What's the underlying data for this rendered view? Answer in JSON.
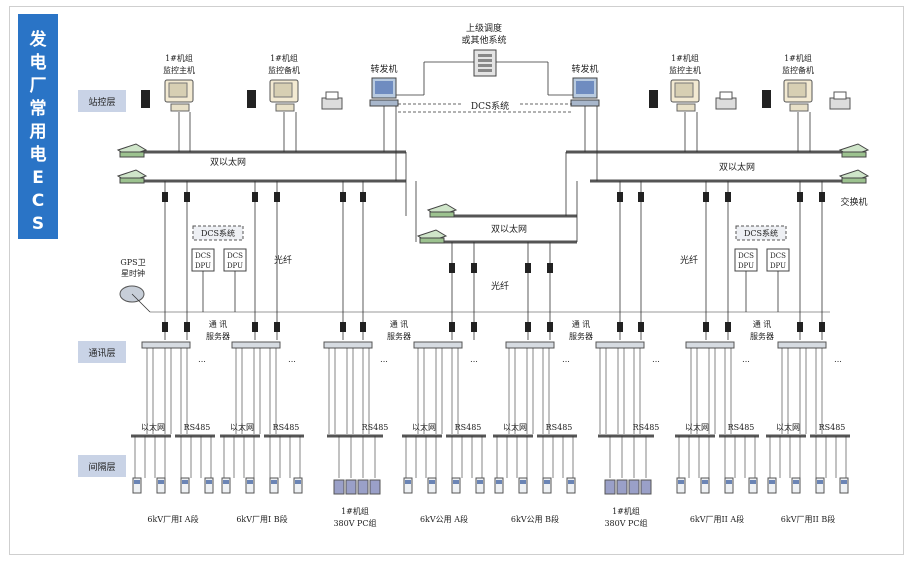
{
  "side_banner": {
    "chars": [
      "发",
      "电",
      "厂",
      "常",
      "用",
      "电",
      "E",
      "C",
      "S"
    ],
    "color": "#2a74c6"
  },
  "layers": {
    "station": "站控层",
    "comm": "通讯层",
    "bay": "间隔层"
  },
  "top": {
    "dispatch": [
      "上级调度",
      "或其他系统"
    ],
    "forwarder": "转发机",
    "dcs_system": "DCS系统"
  },
  "hosts": {
    "h1": [
      "1#机组",
      "监控主机"
    ],
    "h2": [
      "1#机组",
      "监控备机"
    ],
    "h3": [
      "1#机组",
      "监控主机"
    ],
    "h4": [
      "1#机组",
      "监控备机"
    ]
  },
  "nets": {
    "dual_eth": "双以太网",
    "switch": "交换机",
    "fiber": "光纤",
    "gps": [
      "GPS卫",
      "星时钟"
    ],
    "dcs_box": "DCS系统",
    "dpu": [
      "DCS",
      "DPU"
    ]
  },
  "servers": {
    "label_a": [
      "通 讯",
      "服务器"
    ],
    "label_b": [
      "通 讯",
      "服务器"
    ],
    "ellipsis": "..."
  },
  "bay_labels": {
    "eth": "以太网",
    "rs485": "RS485"
  },
  "groups": [
    "6kV厂用I A段",
    "6kV厂用I B段",
    "1#机组|380V PC组",
    "6kV公用 A段",
    "6kV公用 B段",
    "1#机组|380V PC组",
    "6kV厂用II A段",
    "6kV厂用II B段"
  ],
  "colors": {
    "line": "#333333",
    "bus": "#555555",
    "layer_tag": "#c9d3e6"
  }
}
